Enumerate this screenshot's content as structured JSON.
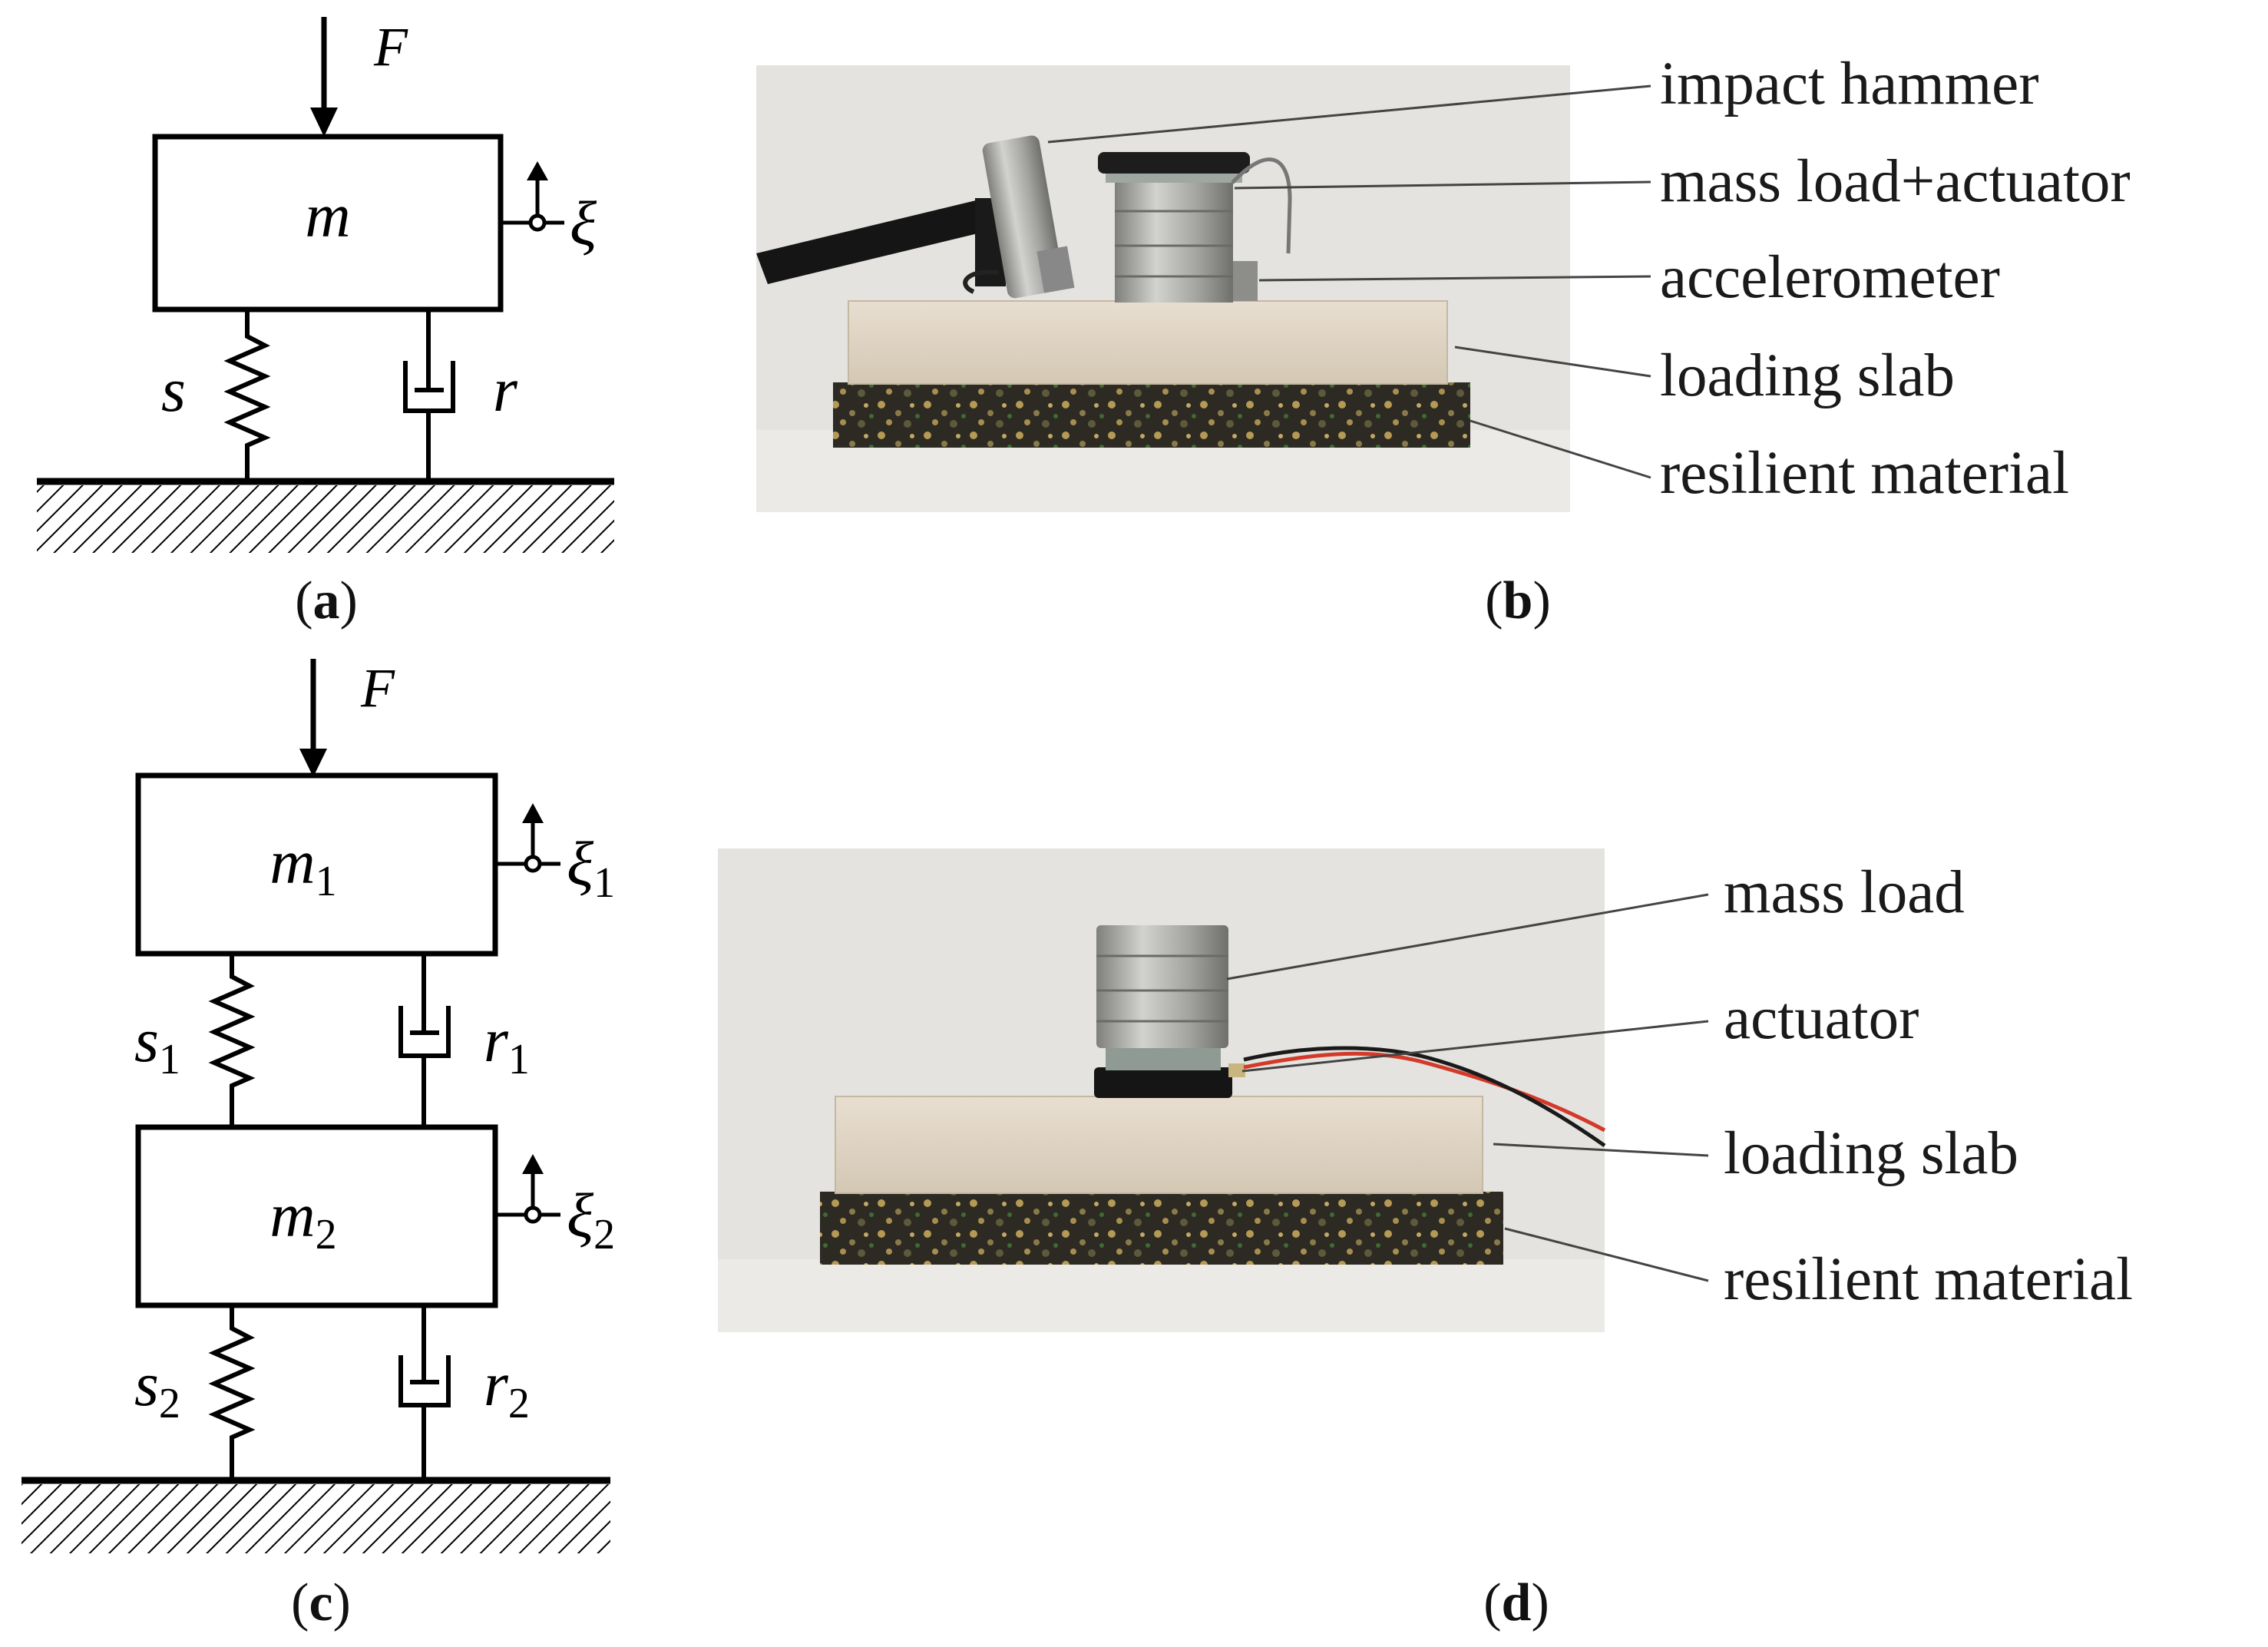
{
  "panels": {
    "a": {
      "label_open": "(",
      "label_letter": "a",
      "label_close": ")",
      "force": "F",
      "mass": "m",
      "displacement": "ξ",
      "stiffness": "s",
      "damping": "r"
    },
    "b": {
      "label_open": "(",
      "label_letter": "b",
      "label_close": ")",
      "callouts": [
        "impact hammer",
        "mass load+actuator",
        "accelerometer",
        "loading slab",
        "resilient material"
      ]
    },
    "c": {
      "label_open": "(",
      "label_letter": "c",
      "label_close": ")",
      "force": "F",
      "mass1": "m",
      "mass1_sub": "1",
      "mass2": "m",
      "mass2_sub": "2",
      "disp1": "ξ",
      "disp1_sub": "1",
      "disp2": "ξ",
      "disp2_sub": "2",
      "stiff1": "s",
      "stiff1_sub": "1",
      "stiff2": "s",
      "stiff2_sub": "2",
      "damp1": "r",
      "damp1_sub": "1",
      "damp2": "r",
      "damp2_sub": "2"
    },
    "d": {
      "label_open": "(",
      "label_letter": "d",
      "label_close": ")",
      "callouts": [
        "mass load",
        "actuator",
        "loading slab",
        "resilient material"
      ]
    }
  },
  "colors": {
    "line": "#000000",
    "photo_background": "#e4e3df",
    "slab": "#ddd2c0",
    "resilient": "#2a2a22",
    "metal": "#a9a9a6",
    "cable_red": "#d33a2a"
  }
}
